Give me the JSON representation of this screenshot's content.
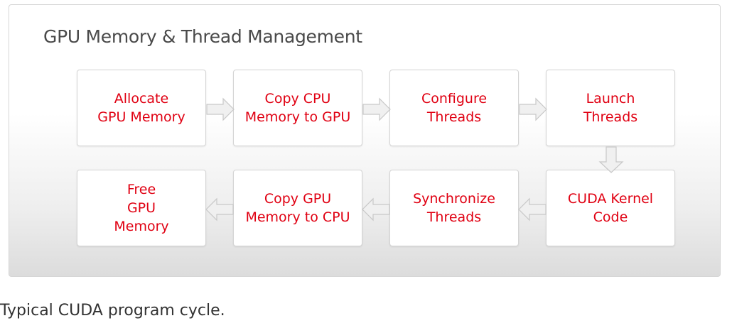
{
  "title": "GPU Memory & Thread Management",
  "steps": [
    {
      "label": "Allocate\nGPU Memory"
    },
    {
      "label": "Copy CPU\nMemory to GPU"
    },
    {
      "label": "Configure\nThreads"
    },
    {
      "label": "Launch\nThreads"
    },
    {
      "label": "CUDA Kernel\nCode"
    },
    {
      "label": "Synchronize\nThreads"
    },
    {
      "label": "Copy GPU\nMemory to CPU"
    },
    {
      "label": "Free\nGPU\nMemory"
    }
  ],
  "caption": "Typical CUDA program cycle.",
  "colors": {
    "step_text": "#e00012",
    "arrow_fill": "#f0f0f0",
    "arrow_stroke": "#c8c8c8"
  }
}
